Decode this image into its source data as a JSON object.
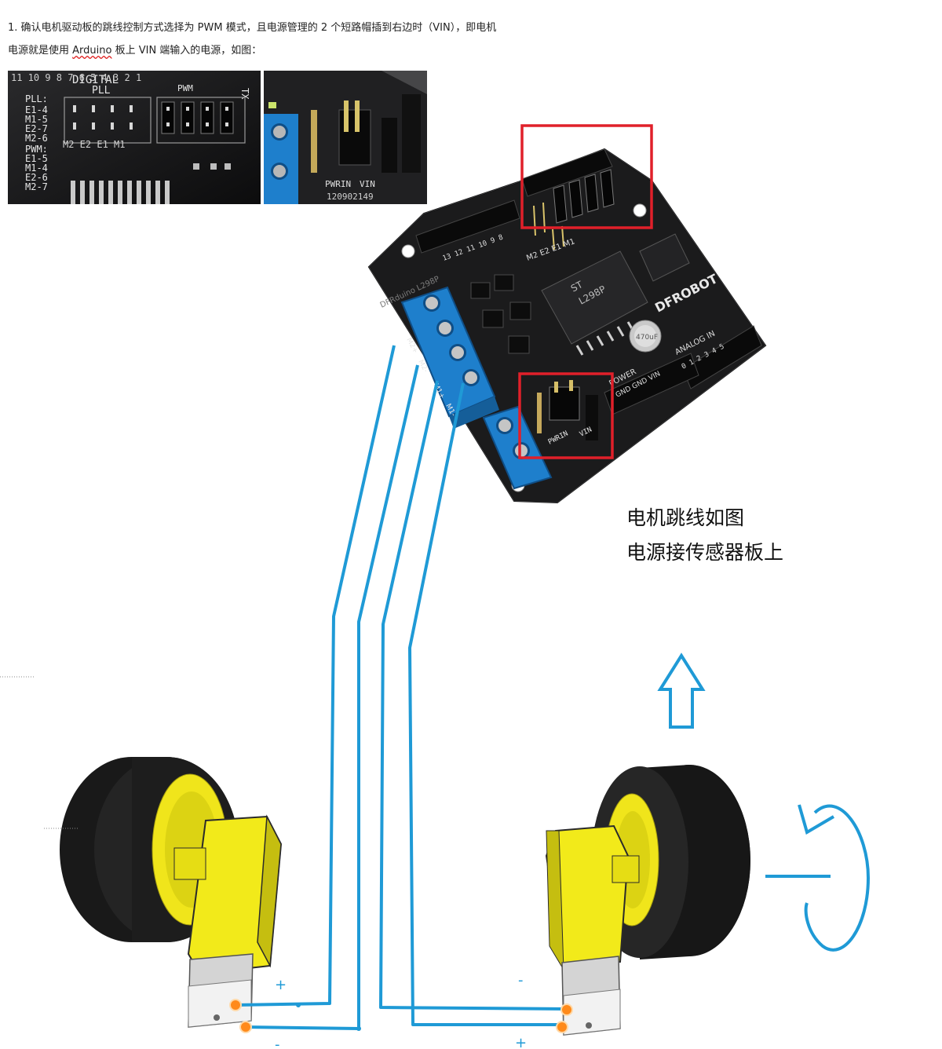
{
  "instructions": {
    "line1": "1. 确认电机驱动板的跳线控制方式选择为 PWM 模式，且电源管理的 2 个短路帽插到右边时（VIN），即电机",
    "line2_prefix": "电源就是使用 ",
    "line2_word": "Arduino",
    "line2_suffix": " 板上 VIN 端输入的电源，如图："
  },
  "inset_pll_pwm": {
    "header": "DIGITAL",
    "pll_title": "PLL",
    "pwm_title": "PWM",
    "pll_label": "PLL:",
    "pll_lines": [
      "E1-4",
      "M1-5",
      "E2-7",
      "M2-6"
    ],
    "pwm_label": "PWM:",
    "pwm_lines": [
      "E1-5",
      "M1-4",
      "E2-6",
      "M2-7"
    ],
    "bottom_labels": "M2 E2 E1 M1",
    "tx_label": "TX"
  },
  "inset_power": {
    "pwrin_label": "PWRIN",
    "vin_label": "VIN",
    "serial_label": "120902149"
  },
  "board": {
    "brand": "DFROBOT",
    "model": "DFRduino L298P",
    "chip": "L298P",
    "chip_maker": "ST",
    "analog_label": "ANALOG IN",
    "power_header": "POWER",
    "power_pins": "GND GND VIN",
    "jumper_labels": "M2 E2 E1 M1",
    "terminal_labels": [
      "M2+",
      "M2-",
      "M1+",
      "M1-"
    ],
    "pwrin_label": "PWRIN",
    "vin_label": "VIN",
    "cap_value": "470uF"
  },
  "notes": {
    "jumper_note": "电机跳线如图",
    "power_note": "电源接传感器板上"
  },
  "left_motor": {
    "plus": "+",
    "minus": "-"
  },
  "right_motor": {
    "minus": "-",
    "plus": "+"
  },
  "colors": {
    "wire": "#1f9ad6",
    "highlight": "#e0202a",
    "terminal_blue": "#1e7fcc",
    "tire": "#1b1b1b",
    "gearbox": "#f2ea1a",
    "pcb": "#1a1a1a",
    "solder_dot": "#ff8a1a"
  }
}
